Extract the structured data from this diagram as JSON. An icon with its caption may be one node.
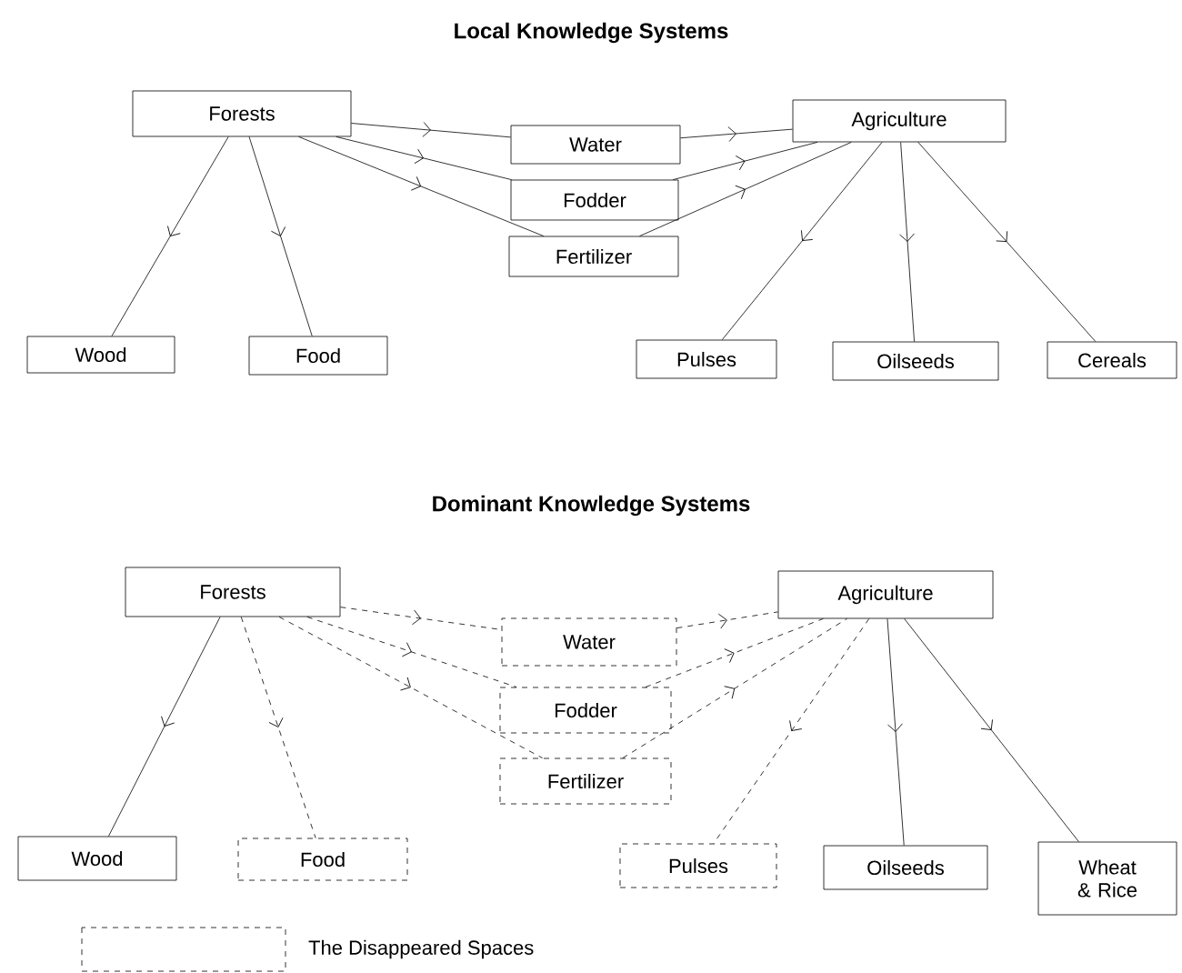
{
  "diagram": {
    "title": "Local Knowledge Systems",
    "nodes": [
      {
        "text": [
          "Forests"
        ]
      },
      {
        "text": [
          "Water"
        ]
      },
      {
        "text": [
          "Fodder"
        ]
      },
      {
        "text": [
          "Fertilizer"
        ]
      },
      {
        "text": [
          "Agriculture"
        ]
      },
      {
        "text": [
          "Wood"
        ]
      },
      {
        "text": [
          "Food"
        ]
      },
      {
        "text": [
          "Pulses"
        ]
      },
      {
        "text": [
          "Oilseeds"
        ]
      },
      {
        "text": [
          "Cereals"
        ]
      },
      {
        "text": [
          "Forests"
        ]
      },
      {
        "text": [
          "Water"
        ]
      },
      {
        "text": [
          "Fodder"
        ]
      },
      {
        "text": [
          "Fertilizer"
        ]
      },
      {
        "text": [
          "Agriculture"
        ]
      },
      {
        "text": [
          "Wood"
        ]
      },
      {
        "text": [
          "Food"
        ]
      },
      {
        "text": [
          "Pulses"
        ]
      },
      {
        "text": [
          "Oilseeds"
        ]
      },
      {
        "text": [
          "Wheat & Rice"
        ]
      }
    ],
    "edges": [
      {
        "from": 0,
        "to": 1,
        "arrow": "to"
      },
      {
        "from": 0,
        "to": 2,
        "arrow": "to"
      },
      {
        "from": 0,
        "to": 3,
        "arrow": "to"
      },
      {
        "from": 1,
        "to": 4,
        "arrow": "to"
      },
      {
        "from": 2,
        "to": 4,
        "arrow": "to"
      },
      {
        "from": 3,
        "to": 4,
        "arrow": "to"
      },
      {
        "from": 0,
        "to": 5,
        "arrow": "to"
      },
      {
        "from": 0,
        "to": 6,
        "arrow": "to"
      },
      {
        "from": 4,
        "to": 7,
        "arrow": "to"
      },
      {
        "from": 4,
        "to": 8,
        "arrow": "to"
      },
      {
        "from": 4,
        "to": 9,
        "arrow": "to"
      },
      {
        "from": 10,
        "to": 11,
        "arrow": "to",
        "style": "dashed"
      },
      {
        "from": 10,
        "to": 12,
        "arrow": "to",
        "style": "dashed"
      },
      {
        "from": 10,
        "to": 13,
        "arrow": "to",
        "style": "dashed"
      },
      {
        "from": 11,
        "to": 14,
        "arrow": "to",
        "style": "dashed"
      },
      {
        "from": 12,
        "to": 14,
        "arrow": "to",
        "style": "dashed"
      },
      {
        "from": 13,
        "to": 14,
        "arrow": "to",
        "style": "dashed"
      },
      {
        "from": 10,
        "to": 15,
        "arrow": "to"
      },
      {
        "from": 10,
        "to": 16,
        "arrow": "to",
        "style": "dashed"
      },
      {
        "from": 14,
        "to": 17,
        "arrow": "to",
        "style": "dashed"
      },
      {
        "from": 14,
        "to": 18,
        "arrow": "to"
      },
      {
        "from": 14,
        "to": 19,
        "arrow": "to"
      }
    ],
    "labels": [
      "Dominant Knowledge Systems"
    ],
    "legend": [
      {
        "text": "The Disappeared Spaces"
      }
    ]
  }
}
